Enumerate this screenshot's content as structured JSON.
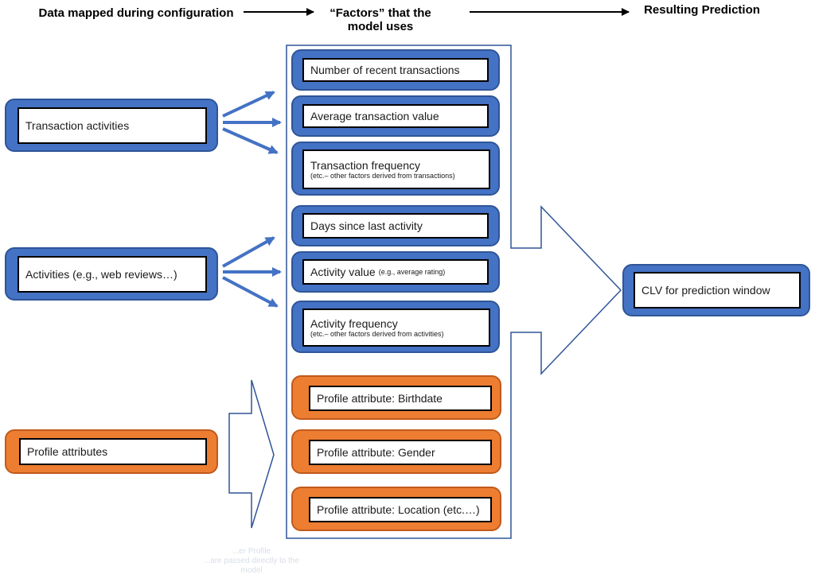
{
  "headers": {
    "inputs": "Data mapped during configuration",
    "factors_line1": "“Factors” that the",
    "factors_line2": "model uses",
    "output": "Resulting Prediction"
  },
  "inputs": {
    "transactions": "Transaction activities",
    "activities": "Activities (e.g., web reviews…)",
    "profile": "Profile attributes"
  },
  "factors": {
    "recent_transactions": "Number of recent transactions",
    "avg_transaction_value": "Average transaction value",
    "transaction_frequency": "Transaction frequency",
    "transaction_frequency_note": "(etc.– other factors derived from transactions)",
    "days_since_activity": "Days since last activity",
    "activity_value": "Activity value",
    "activity_value_note": "(e.g., average rating)",
    "activity_frequency": "Activity frequency",
    "activity_frequency_note": "(etc.– other factors derived from activities)",
    "profile_birthdate": "Profile attribute: Birthdate",
    "profile_gender": "Profile attribute: Gender",
    "profile_location": "Profile attribute: Location (etc.…)"
  },
  "output": {
    "clv": "CLV for prediction window"
  },
  "faded_note": {
    "line1": "...er Profile",
    "line2": "...are passed directly to the",
    "line3": "model"
  },
  "colors": {
    "blue_fill": "#4472c4",
    "orange_fill": "#ed7d31",
    "big_arrow_stroke": "#2f5597"
  }
}
